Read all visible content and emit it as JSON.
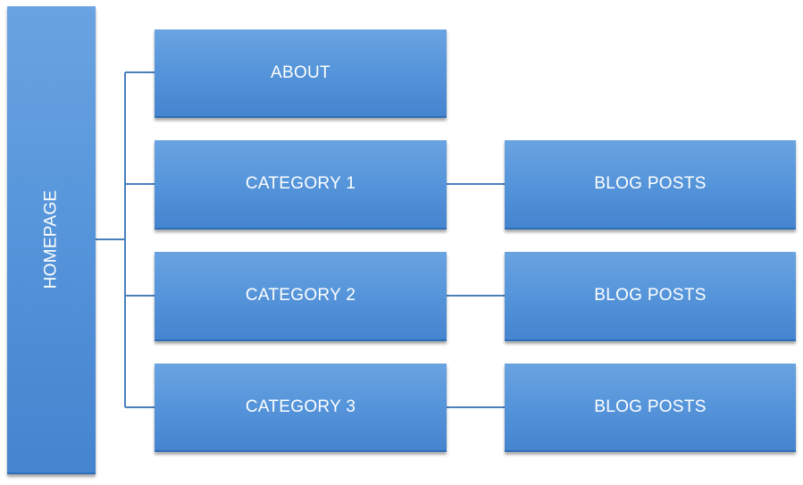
{
  "diagram": {
    "homepage": {
      "label": "HOMEPAGE"
    },
    "children": [
      {
        "label": "ABOUT",
        "posts_label": null
      },
      {
        "label": "CATEGORY 1",
        "posts_label": "BLOG POSTS"
      },
      {
        "label": "CATEGORY 2",
        "posts_label": "BLOG POSTS"
      },
      {
        "label": "CATEGORY 3",
        "posts_label": "BLOG POSTS"
      }
    ]
  },
  "colors": {
    "box_fill": "#5796db",
    "box_edge": "#2f6fb8",
    "connector": "#4a7fbe",
    "text": "#ffffff"
  }
}
